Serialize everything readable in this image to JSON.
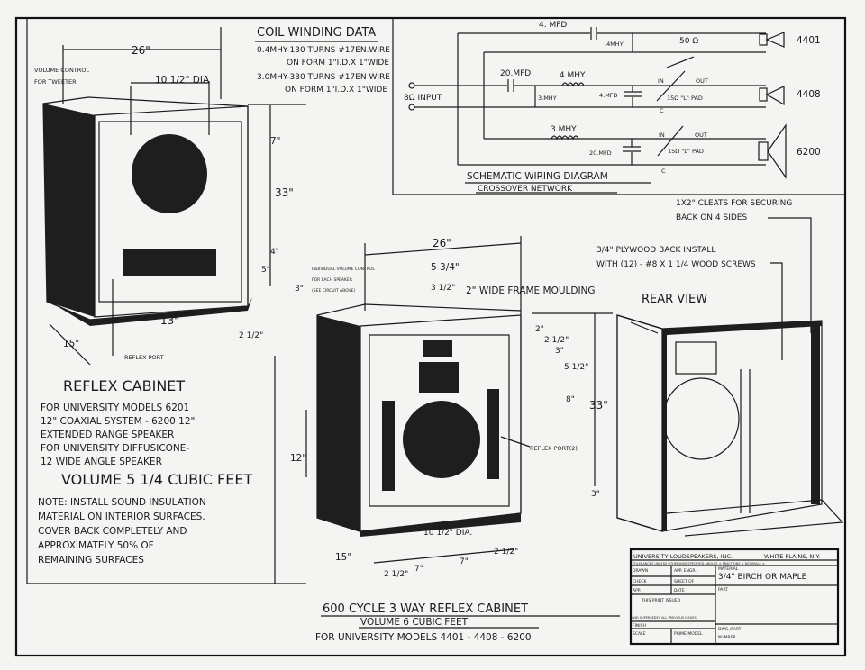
{
  "coil_data": {
    "title": "COIL WINDING DATA",
    "line1": "0.4MHY-130 TURNS #17EN.WIRE",
    "line2": "ON FORM 1\"I.D.X 1\"WIDE",
    "line3": "3.0MHY-330 TURNS #17EN WIRE",
    "line4": "ON FORM 1\"I.D.X 1\"WIDE"
  },
  "schematic": {
    "title": "SCHEMATIC WIRING DIAGRAM",
    "subtitle": "CROSSOVER NETWORK",
    "input": "8Ω INPUT",
    "c1": "4. MFD",
    "l1": ".4MHY",
    "r1": "50 Ω",
    "c2": "20.MFD",
    "l2": ".4 MHY",
    "l3": "3.MHY",
    "c3": "4.MFD",
    "pad1": "15Ω \"L\" PAD",
    "l4": "3.MHY",
    "c4": "20.MFD",
    "pad2": "15Ω \"L\" PAD",
    "in": "IN",
    "out": "OUT",
    "c": "C",
    "speakers": [
      "4401",
      "4408",
      "6200"
    ]
  },
  "left_cabinet": {
    "volume_control": "VOLUME CONTROL",
    "for_tweeter": "FOR TWEETER",
    "width": "26\"",
    "dia": "10 1/2\" DIA",
    "dim_7": "7\"",
    "dim_33": "33\"",
    "dim_4": "4\"",
    "dim_5": "5\"",
    "dim_3": "3\"",
    "dim_13": "13\"",
    "dim_15": "15\"",
    "dim_2half": "2 1/2\"",
    "reflex_port": "REFLEX PORT",
    "title": "REFLEX CABINET",
    "desc": [
      "FOR UNIVERSITY MODELS 6201",
      "12\" COAXIAL SYSTEM - 6200 12\"",
      "EXTENDED RANGE SPEAKER",
      "FOR UNIVERSITY DIFFUSICONE-",
      "12 WIDE ANGLE SPEAKER"
    ],
    "volume": "VOLUME 5 1/4 CUBIC FEET",
    "note": [
      "NOTE: INSTALL SOUND INSULATION",
      "MATERIAL ON INTERIOR SURFACES.",
      "COVER BACK COMPLETELY AND",
      "APPROXIMATELY 50% OF",
      "REMAINING SURFACES"
    ]
  },
  "center_cabinet": {
    "width": "26\"",
    "volume_control": [
      "INDIVIDUAL VOLUME CONTROL",
      "FOR EACH SPEAKER",
      "(SEE CIRCUIT ABOVE)"
    ],
    "dim_5_3_4": "5 3/4\"",
    "dim_3_1_2": "3 1/2\"",
    "moulding": "2\" WIDE FRAME MOULDING",
    "dim_2": "2\"",
    "dim_2_1_2": "2 1/2\"",
    "dim_3": "3\"",
    "dim_5_1_2": "5 1/2\"",
    "dim_8": "8\"",
    "dim_33": "33\"",
    "dim_12": "12\"",
    "dim_3b": "3\"",
    "reflex_port": "REFLEX PORT(2)",
    "dia": "10 1/2\" DIA.",
    "dim_15": "15\"",
    "bottom_dims": [
      "2 1/2\"",
      "7\"",
      "7\"",
      "2 1/2\""
    ],
    "title": "600 CYCLE 3 WAY REFLEX CABINET",
    "volume": "VOLUME 6 CUBIC FEET",
    "models": "FOR UNIVERSITY MODELS 4401 - 4408 - 6200"
  },
  "rear_view": {
    "title": "REAR VIEW",
    "cleats": [
      "1X2\" CLEATS FOR SECURING",
      "BACK ON 4 SIDES"
    ],
    "plywood": [
      "3/4\" PLYWOOD BACK INSTALL",
      "WITH (12) - #8 X 1 1/4 WOOD SCREWS"
    ]
  },
  "title_block": {
    "company": "UNIVERSITY LOUDSPEAKERS, INC.",
    "city": "WHITE PLAINS, N.Y.",
    "tolerances": "TOLERANCES UNLESS OTHERWISE SPECIFIED   ANGLES ±   FRACTIONS ±   DECIMALS ±",
    "drawn": "DRAWN",
    "app_engr": "APP. ENGR.",
    "check": "CHECK",
    "sheet_of": "SHEET   OF",
    "app": "APP.",
    "date": "DATE",
    "print_issued": "THIS PRINT ISSUED",
    "supersedes": "AND SUPERSEDES ALL PREVIOUS ISSUES",
    "finish": "FINISH",
    "scale": "SCALE",
    "prime_model": "PRIME MODEL",
    "material_label": "MATERIAL",
    "material": "3/4\" BIRCH OR MAPLE",
    "part": "PART",
    "dwg_part": "DWG./PART",
    "number": "NUMBER"
  }
}
